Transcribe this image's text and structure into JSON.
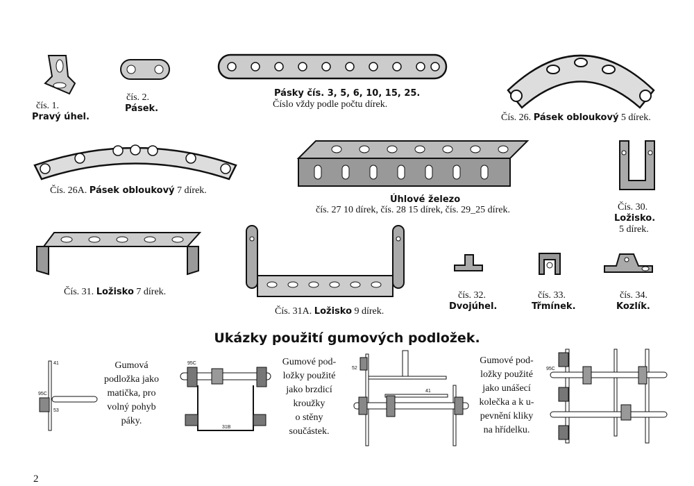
{
  "parts": [
    {
      "num": "čís. 1.",
      "name": "Pravý úhel."
    },
    {
      "num": "čís. 2.",
      "name": "Pásek."
    },
    {
      "name": "Pásky čís. 3, 5, 6, 10, 15, 25.",
      "desc": "Číslo vždy podle počtu dírek."
    },
    {
      "num": "Čís. 26.",
      "name": "Pásek obloukový",
      "desc": "5 dírek."
    },
    {
      "num": "Čís. 26A.",
      "name": "Pásek obloukový",
      "desc": "7 dírek."
    },
    {
      "name": "Úhlové železo",
      "desc": "čís. 27 10 dírek, čís. 28 15 dírek, čís. 29_25 dírek."
    },
    {
      "num": "Čís. 30.",
      "name": "Ložisko.",
      "desc": "5 dírek."
    },
    {
      "num": "Čís. 31.",
      "name": "Ložisko",
      "desc": "7 dírek."
    },
    {
      "num": "Čís. 31A.",
      "name": "Ložisko",
      "desc": "9 dírek."
    },
    {
      "num": "čís. 32.",
      "name": "Dvojúhel."
    },
    {
      "num": "čís. 33.",
      "name": "Třmínek."
    },
    {
      "num": "čís. 34.",
      "name": "Kozlík."
    }
  ],
  "section_title": "Ukázky použití gumových podložek.",
  "examples": [
    {
      "lines": [
        "Gumová",
        "podložka jako",
        "matička, pro",
        "volný pohyb",
        "páky."
      ]
    },
    {
      "lines": [
        "Gumové pod-",
        "ložky použité",
        "jako brzdicí",
        "kroužky",
        "o stěny",
        "součástek."
      ]
    },
    {
      "lines": [
        "Gumové pod-",
        "ložky použité",
        "jako unášecí",
        "kolečka a k u-",
        "pevnění kliky",
        "na hřídelku."
      ]
    }
  ],
  "diagram_labels": {
    "l41": "41",
    "l95c": "95C",
    "l53": "53",
    "l31b": "31B",
    "l52": "52"
  },
  "page_number": "2"
}
